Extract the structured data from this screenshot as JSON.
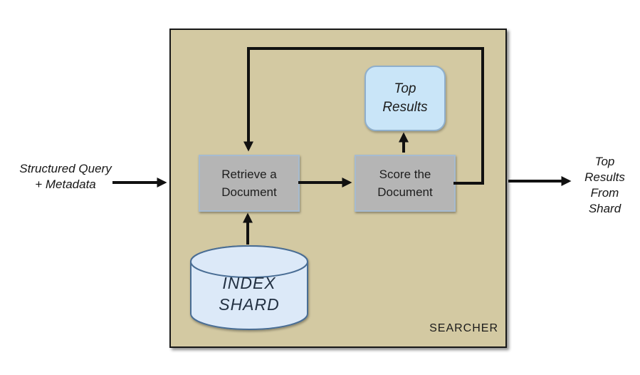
{
  "diagram": {
    "container_label": "SEARCHER",
    "input_label": "Structured Query\n+ Metadata",
    "output_label": "Top\nResults\nFrom\nShard",
    "nodes": {
      "retrieve": "Retrieve a\nDocument",
      "score": "Score the\nDocument",
      "top_results": "Top\nResults",
      "index_shard": "INDEX\nSHARD"
    },
    "edges": [
      {
        "from": "structured-query-metadata",
        "to": "searcher"
      },
      {
        "from": "retrieve-document",
        "to": "score-document"
      },
      {
        "from": "score-document",
        "to": "retrieve-document",
        "type": "feedback-loop"
      },
      {
        "from": "score-document",
        "to": "top-results"
      },
      {
        "from": "index-shard",
        "to": "retrieve-document"
      },
      {
        "from": "searcher",
        "to": "top-results-from-shard"
      }
    ],
    "colors": {
      "searcher_bg": "#d3c9a2",
      "process_box_bg": "#b5b5b5",
      "process_box_border": "#a6bbd0",
      "result_box_bg": "#c9e5f8",
      "result_box_border": "#8fafcc",
      "cylinder_bg": "#dce9f8",
      "cylinder_border": "#4a6d94",
      "arrow": "#111111"
    }
  }
}
